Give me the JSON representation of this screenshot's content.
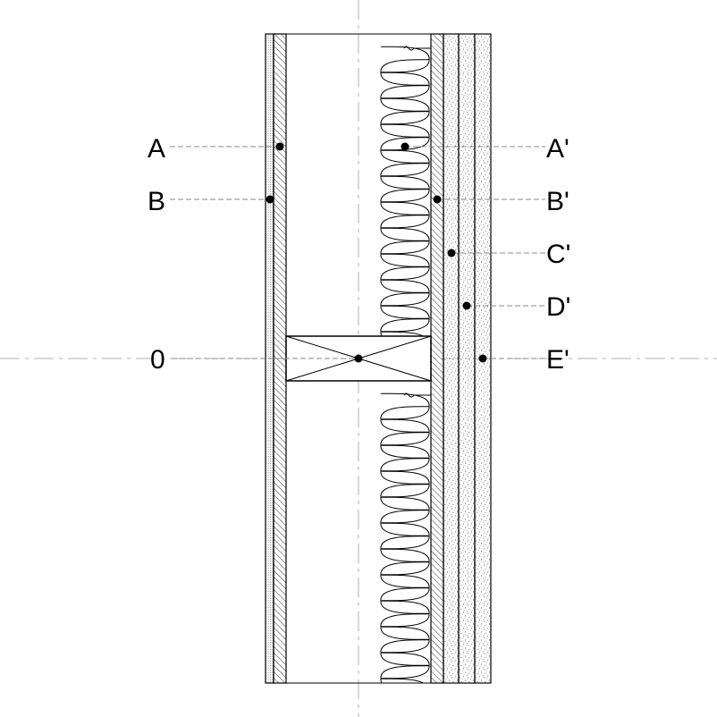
{
  "labels": {
    "A": "A",
    "B": "B",
    "zero": "0",
    "A_prime": "A'",
    "B_prime": "B'",
    "C_prime": "C'",
    "D_prime": "D'",
    "E_prime": "E'"
  },
  "colors": {
    "stroke": "#000000",
    "dash": "#8a8a8a",
    "centerline": "#b0b0b0",
    "background": "#ffffff"
  },
  "icons": {
    "insulation": "batt-insulation-icon",
    "stud": "cross-box-icon"
  }
}
